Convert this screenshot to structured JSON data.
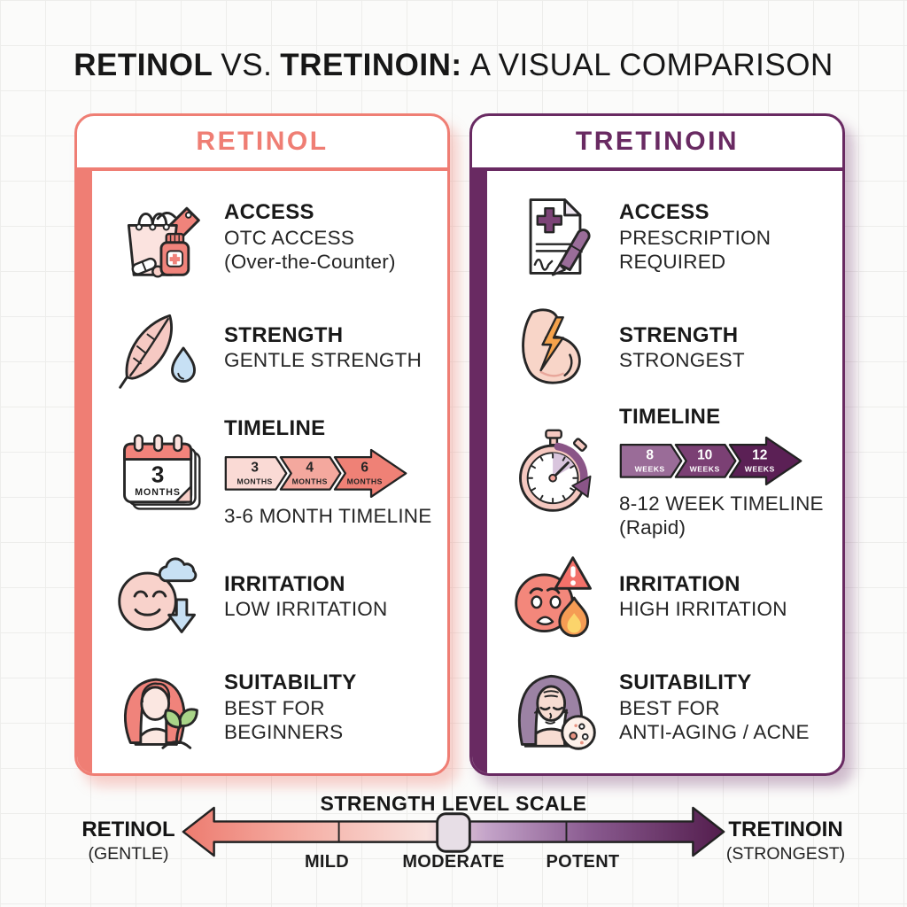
{
  "title": {
    "bold_1": "RETINOL",
    "regular_1": "VS.",
    "bold_2": "TRETINOIN:",
    "regular_2": "A VISUAL COMPARISON"
  },
  "colors": {
    "retinol_accent": "#EF7E74",
    "retinol_arrow_light": "#FADAD5",
    "retinol_arrow_mid": "#F4A89E",
    "retinol_arrow_dark": "#EF8176",
    "tretinoin_accent": "#692A62",
    "tretinoin_arrow_light": "#9A6C98",
    "tretinoin_arrow_mid": "#7B4074",
    "tretinoin_arrow_dark": "#5B2055",
    "scale_gradient_left": "#ED7B6F",
    "scale_gradient_right": "#531D4D"
  },
  "retinol_card": {
    "title": "RETINOL",
    "access": {
      "icon": "shopping-bag-price-tag-pill-bottle-icon",
      "label": "ACCESS",
      "line1": "OTC ACCESS",
      "line2": "(Over-the-Counter)"
    },
    "strength": {
      "icon": "feather-water-droplet-icon",
      "label": "STRENGTH",
      "line1": "GENTLE STRENGTH"
    },
    "timeline": {
      "icon": "calendar-icon",
      "label": "TIMELINE",
      "caption": "3-6 MONTH TIMELINE",
      "calendar_number": "3",
      "calendar_unit": "MONTHS",
      "segments": [
        {
          "value": "3",
          "unit": "MONTHS"
        },
        {
          "value": "4",
          "unit": "MONTHS"
        },
        {
          "value": "6",
          "unit": "MONTHS"
        }
      ]
    },
    "irritation": {
      "icon": "happy-face-cloud-down-arrow-icon",
      "label": "IRRITATION",
      "line1": "LOW IRRITATION"
    },
    "suitability": {
      "icon": "woman-with-sprout-icon",
      "label": "SUITABILITY",
      "line1": "BEST FOR BEGINNERS"
    }
  },
  "tretinoin_card": {
    "title": "TRETINOIN",
    "access": {
      "icon": "prescription-document-pen-icon",
      "label": "ACCESS",
      "line1": "PRESCRIPTION",
      "line2": "REQUIRED"
    },
    "strength": {
      "icon": "flexed-bicep-lightning-icon",
      "label": "STRENGTH",
      "line1": "STRONGEST"
    },
    "timeline": {
      "icon": "stopwatch-icon",
      "label": "TIMELINE",
      "caption": "8-12 WEEK TIMELINE",
      "caption2": "(Rapid)",
      "segments": [
        {
          "value": "8",
          "unit": "WEEKS"
        },
        {
          "value": "10",
          "unit": "WEEKS"
        },
        {
          "value": "12",
          "unit": "WEEKS"
        }
      ]
    },
    "irritation": {
      "icon": "distressed-face-warning-flame-icon",
      "label": "IRRITATION",
      "line1": "HIGH IRRITATION"
    },
    "suitability": {
      "icon": "mature-woman-acne-closeup-icon",
      "label": "SUITABILITY",
      "line1": "BEST FOR",
      "line2": "ANTI-AGING / ACNE"
    }
  },
  "scale": {
    "title": "STRENGTH LEVEL SCALE",
    "left_label": "RETINOL",
    "left_sublabel": "(GENTLE)",
    "right_label": "TRETINOIN",
    "right_sublabel": "(STRONGEST)",
    "tick_labels": [
      "MILD",
      "MODERATE",
      "POTENT"
    ],
    "slider_position": "MODERATE"
  }
}
